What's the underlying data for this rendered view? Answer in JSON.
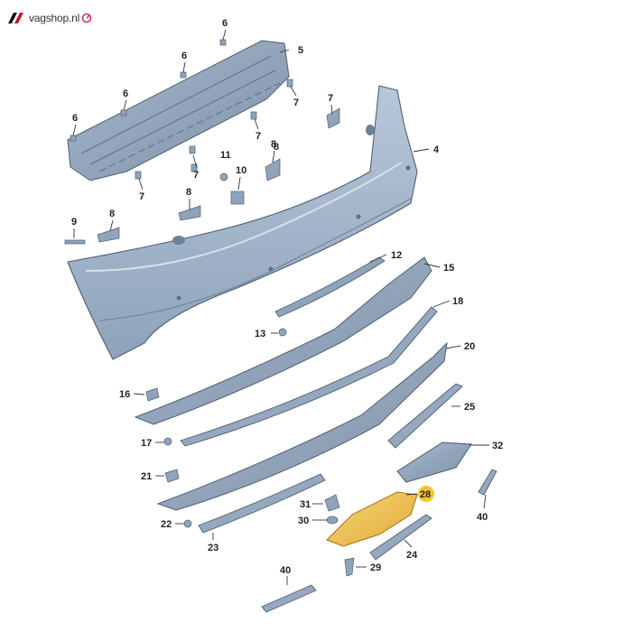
{
  "brand": {
    "name": "vagshop.nl",
    "brand_color": "#c8102e"
  },
  "colors": {
    "part_fill": "#aebdcf",
    "part_dark": "#7f93ab",
    "part_light": "#cfdae6",
    "highlight": "#f2c24a",
    "highlight_badge": "#f4c430"
  },
  "callouts": {
    "c1": "6",
    "c2": "6",
    "c3": "6",
    "c4": "6",
    "c5": "5",
    "c6": "7",
    "c7": "7",
    "c8": "7",
    "c9": "7",
    "c10": "7",
    "c11": "8",
    "c12": "8",
    "c13": "8",
    "c14": "8",
    "c15": "11",
    "c16": "10",
    "c17": "9",
    "c18": "4",
    "c19": "12",
    "c20": "15",
    "c21": "18",
    "c22": "13",
    "c23": "20",
    "c24": "16",
    "c25": "25",
    "c26": "17",
    "c27": "32",
    "c28": "21",
    "c29": "28",
    "c30": "31",
    "c31": "30",
    "c32": "40",
    "c33": "22",
    "c34": "23",
    "c35": "24",
    "c36": "29",
    "c37": "40"
  }
}
